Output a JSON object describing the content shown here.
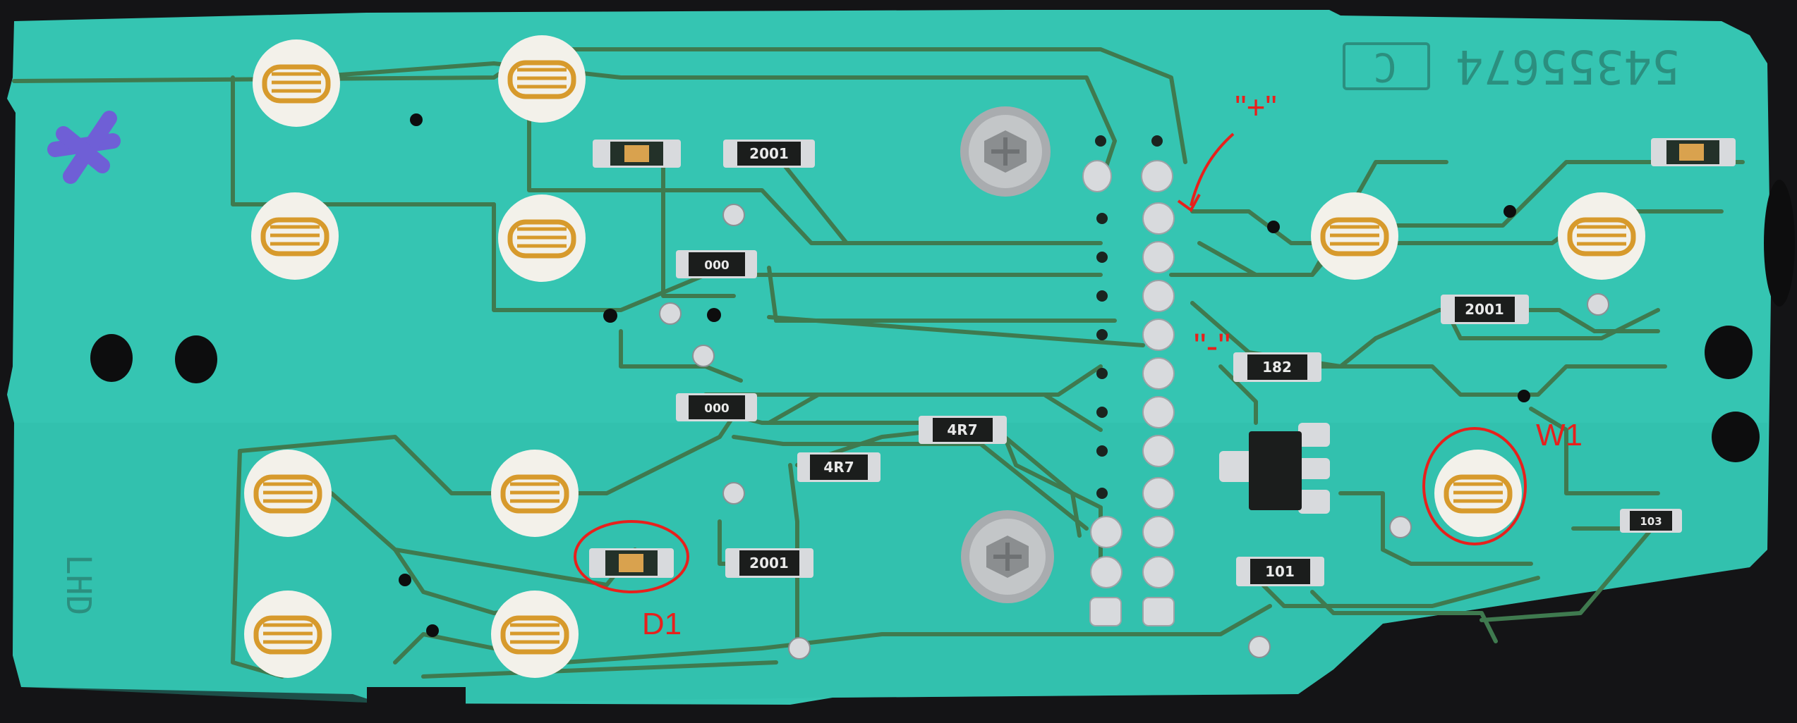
{
  "photo": {
    "subject": "pcb-board",
    "colors": {
      "background": "#141416",
      "board": "#35c5b2",
      "board_shade": "#2aa899",
      "trace": "#3f7a4f",
      "pad": "#d8dadd",
      "smd_body": "#1b1d1c",
      "sensor_pad": "#f3f1ea",
      "sensor_gold": "#d79a2c",
      "marker_purple": "#6f5fd6",
      "annotation_red": "#e8201c"
    }
  },
  "board": {
    "part_number": "54355674",
    "revision": "C",
    "side_label": "LHD"
  },
  "components": {
    "r_2001_top": "2001",
    "r_000_a": "000",
    "r_000_b": "000",
    "r_4r7_a": "4R7",
    "r_4r7_b": "4R7",
    "r_2001_mid": "2001",
    "r_2001_right": "2001",
    "r_182": "182",
    "r_101": "101",
    "r_103": "103"
  },
  "annotations": {
    "plus_label": "\"+\"",
    "minus_label": "\"-\"",
    "d1_label": "D1",
    "w1_label": "W1"
  }
}
